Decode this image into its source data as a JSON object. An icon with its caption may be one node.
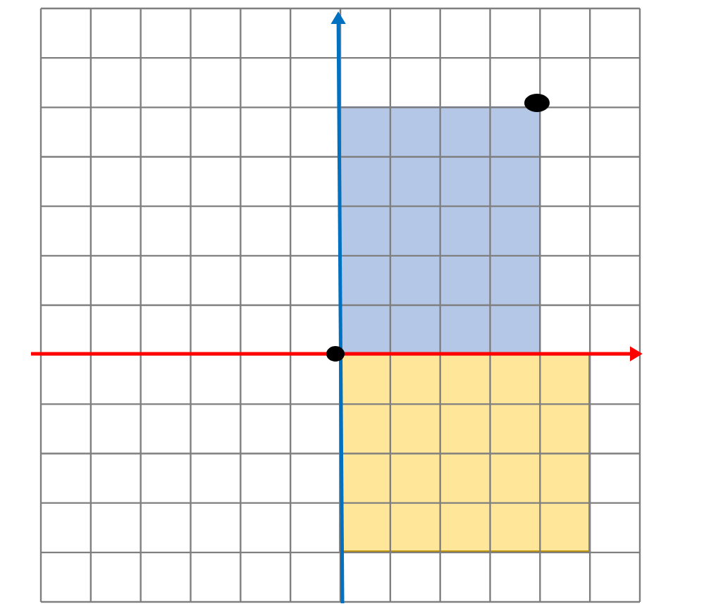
{
  "diagram": {
    "nodes": [
      {
        "text": [],
        "shape": "box"
      },
      {
        "text": [],
        "shape": "box"
      },
      {
        "text": [],
        "shape": "circle"
      },
      {
        "text": [],
        "shape": "circle"
      }
    ]
  }
}
